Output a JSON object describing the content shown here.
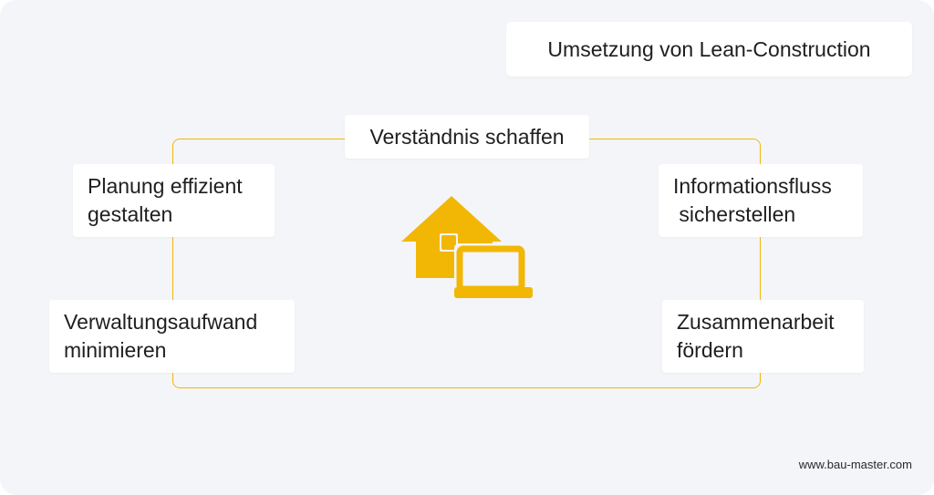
{
  "title": "Umsetzung von Lean-Construction",
  "nodes": {
    "top": "Verständnis schaffen",
    "left_upper": [
      "Planung effizient",
      "gestalten"
    ],
    "left_lower": [
      "Verwaltungsaufwand",
      "minimieren"
    ],
    "right_upper": [
      "Informationsfluss",
      " sicherstellen"
    ],
    "right_lower": [
      "Zusammenarbeit",
      "fördern"
    ]
  },
  "center_icon": "house-laptop-icon",
  "footer": "www.bau-master.com",
  "colors": {
    "accent": "#f2b705",
    "background": "#f4f5f8",
    "box": "#ffffff",
    "text": "#1f1f1f"
  }
}
